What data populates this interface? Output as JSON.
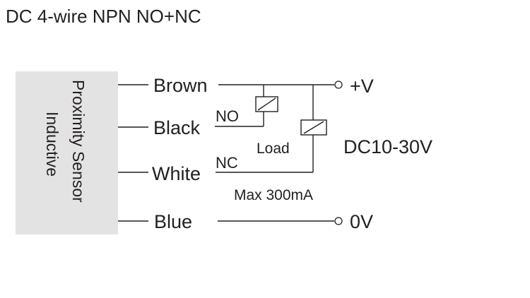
{
  "title": "DC 4-wire NPN NO+NC",
  "sensor": {
    "line1": "Proximity Sensor",
    "line2": "Inductive",
    "fill": "#e3e3e3"
  },
  "wires": [
    {
      "id": "brown",
      "label": "Brown"
    },
    {
      "id": "black",
      "label": "Black",
      "contact": "NO"
    },
    {
      "id": "white",
      "label": "White",
      "contact": "NC"
    },
    {
      "id": "blue",
      "label": "Blue"
    }
  ],
  "supply": {
    "positive": "+V",
    "negative": "0V",
    "voltage": "DC10-30V"
  },
  "load_label": "Load",
  "max_current": "Max 300mA",
  "line_color": "#231f20"
}
